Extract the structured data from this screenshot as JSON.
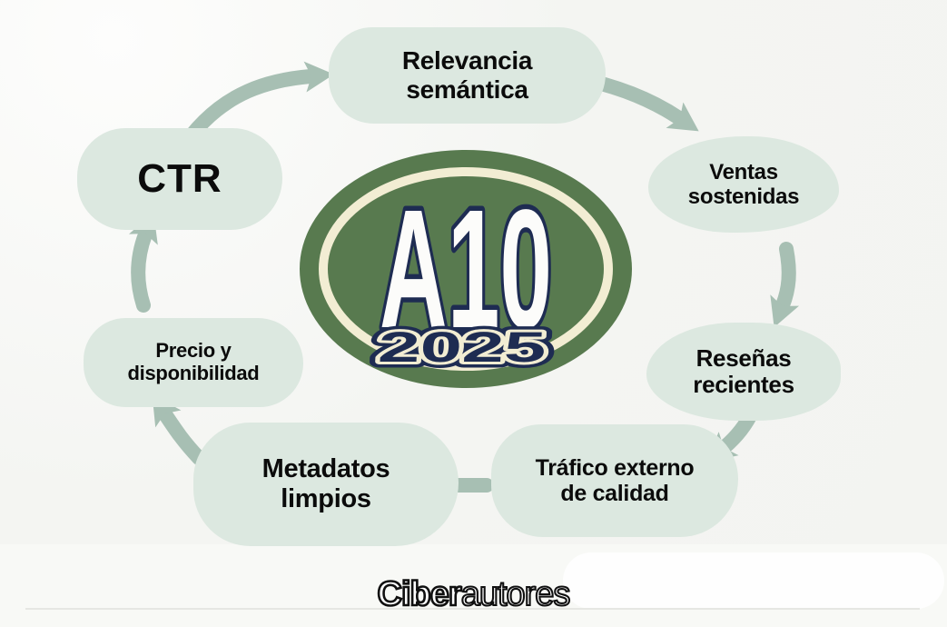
{
  "diagram": {
    "center_badge": {
      "title": "A10",
      "year": "2025"
    },
    "nodes": [
      {
        "id": "relevancia-semantica",
        "lines": [
          "Relevancia",
          "semántica"
        ]
      },
      {
        "id": "ventas-sostenidas",
        "lines": [
          "Ventas",
          "sostenidas"
        ]
      },
      {
        "id": "resenas-recientes",
        "lines": [
          "Reseñas",
          "recientes"
        ]
      },
      {
        "id": "trafico-externo",
        "lines": [
          "Tráfico externo",
          "de calidad"
        ]
      },
      {
        "id": "metadatos-limpios",
        "lines": [
          "Metadatos",
          "limpios"
        ]
      },
      {
        "id": "precio-disponibilidad",
        "lines": [
          "Precio y",
          "disponibilidad"
        ]
      },
      {
        "id": "ctr",
        "lines": [
          "CTR"
        ]
      }
    ],
    "arrows": [
      {
        "from": "ctr",
        "to": "relevancia-semantica"
      },
      {
        "from": "relevancia-semantica",
        "to": "ventas-sostenidas"
      },
      {
        "from": "ventas-sostenidas",
        "to": "resenas-recientes"
      },
      {
        "from": "resenas-recientes",
        "to": "trafico-externo"
      },
      {
        "from": "trafico-externo",
        "to": "metadatos-limpios"
      },
      {
        "from": "metadatos-limpios",
        "to": "precio-disponibilidad"
      },
      {
        "from": "precio-disponibilidad",
        "to": "ctr"
      }
    ],
    "footer": {
      "brand_bold": "Ciber",
      "brand_rest": "autores"
    },
    "colors": {
      "background": "#f4f5f2",
      "node_fill": "#dce8e0",
      "arrow": "#a7bfb3",
      "badge_green": "#587a4f",
      "badge_ring_cream": "#f2edd3",
      "badge_navy": "#1e2c52",
      "badge_title_fill": "#fcfcfa",
      "label_text": "#0b0b0b"
    }
  }
}
